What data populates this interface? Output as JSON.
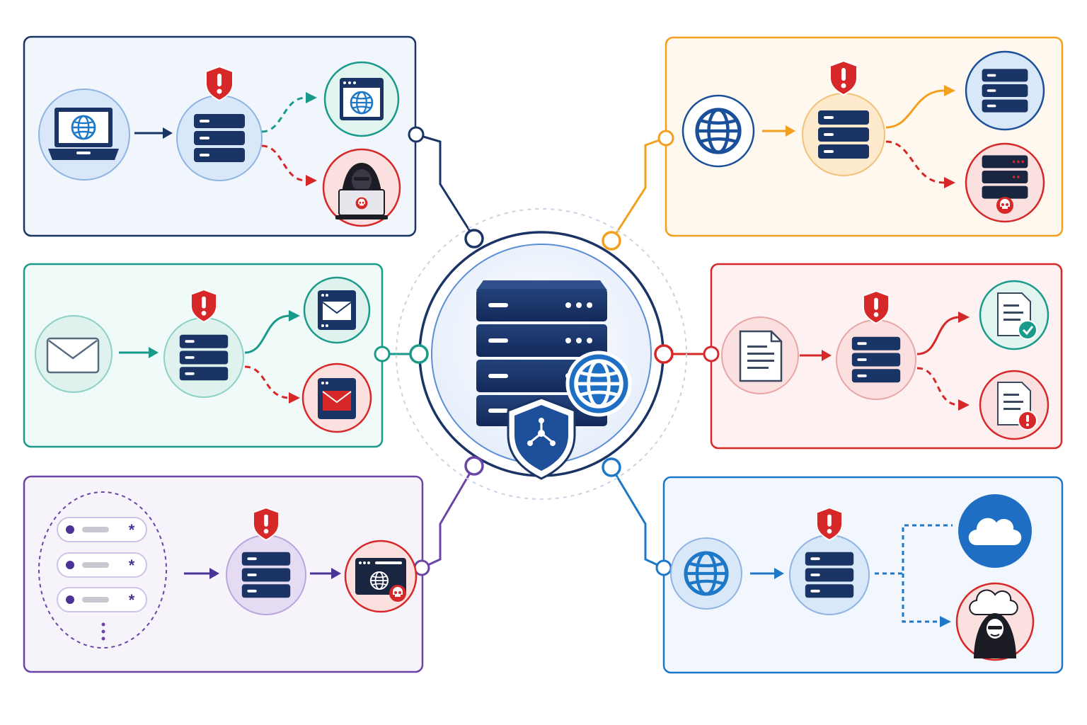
{
  "colors": {
    "navy": "#1a3466",
    "red": "#d62828",
    "teal": "#1a9a8a",
    "orange": "#f2a01e",
    "purple": "#6b45a6",
    "blue": "#1e78c8",
    "lightblue_fill": "#d9e8f8",
    "panel_blue": "#f1f6fd",
    "panel_orange": "#fff8ee",
    "panel_teal": "#f0faf8",
    "panel_red": "#fdf1f1",
    "panel_purple": "#f6f3fb",
    "panel_lightblue": "#f1f7fd"
  },
  "hub": {
    "icons": [
      "server-rack-icon",
      "globe-icon",
      "shield-network-icon"
    ]
  },
  "scenarios": [
    {
      "id": "web-phishing",
      "color": "navy",
      "source_icon": "laptop-globe-icon",
      "safe_icon": "browser-globe-icon",
      "threat_icon": "hacker-laptop-icon"
    },
    {
      "id": "dns-hijack",
      "color": "orange",
      "source_icon": "globe-icon",
      "safe_icon": "server-icon",
      "threat_icon": "malicious-server-icon"
    },
    {
      "id": "email-filter",
      "color": "teal",
      "source_icon": "envelope-icon",
      "safe_icon": "mail-window-icon",
      "threat_icon": "malicious-mail-icon"
    },
    {
      "id": "file-scan",
      "color": "red",
      "source_icon": "document-icon",
      "safe_icon": "document-check-icon",
      "threat_icon": "document-alert-icon"
    },
    {
      "id": "credential-stuffing",
      "color": "purple",
      "source_icon": "password-list-icon",
      "threat_icon": "malicious-browser-icon"
    },
    {
      "id": "cloud-threat",
      "color": "blue",
      "source_icon": "globe-icon",
      "safe_icon": "cloud-icon",
      "threat_icon": "hacker-cloud-icon"
    }
  ]
}
